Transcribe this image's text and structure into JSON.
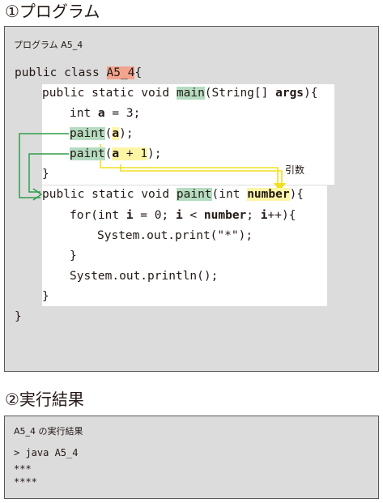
{
  "section1": {
    "heading": "①プログラム",
    "label": "プログラム A5_4",
    "code": {
      "l1": {
        "a": "public class ",
        "b": "A5_4",
        "c": "{"
      },
      "l2": {
        "a": "public static void ",
        "b": "main",
        "c": "(String[] ",
        "d": "args",
        "e": "){"
      },
      "l3": {
        "a": "int ",
        "b": "a",
        "c": " = 3;"
      },
      "l4": {
        "a": "paint",
        "b": "(",
        "c": "a",
        "d": ")",
        "e": ";"
      },
      "l5": {
        "a": "paint",
        "b": "(",
        "c": "a",
        "d": " + 1",
        "e": ")",
        "f": ";"
      },
      "l6": "}",
      "l7": {
        "a": "public static void ",
        "b": "paint",
        "c": "(int ",
        "d": "number",
        "e": "){"
      },
      "l8": {
        "a": "for(int ",
        "b": "i",
        "c": " = 0; ",
        "d": "i",
        "e": " < ",
        "f": "number",
        "g": "; ",
        "h": "i",
        "i": "++){"
      },
      "l9": "System.out.print(\"*\");",
      "l10": "}",
      "l11": "System.out.println();",
      "l12": "}",
      "l13": "}"
    },
    "annotation": "引数"
  },
  "section2": {
    "heading": "②実行結果",
    "label": "A5_4 の実行結果",
    "lines": [
      "> java A5_4",
      "***",
      "****"
    ]
  },
  "colors": {
    "salmon": "#f3a48e",
    "green_highlight": "#b5dcc0",
    "yellow_highlight": "#fdf5a6",
    "green_arrow": "#2e9d4a",
    "yellow_arrow": "#f0e020"
  }
}
